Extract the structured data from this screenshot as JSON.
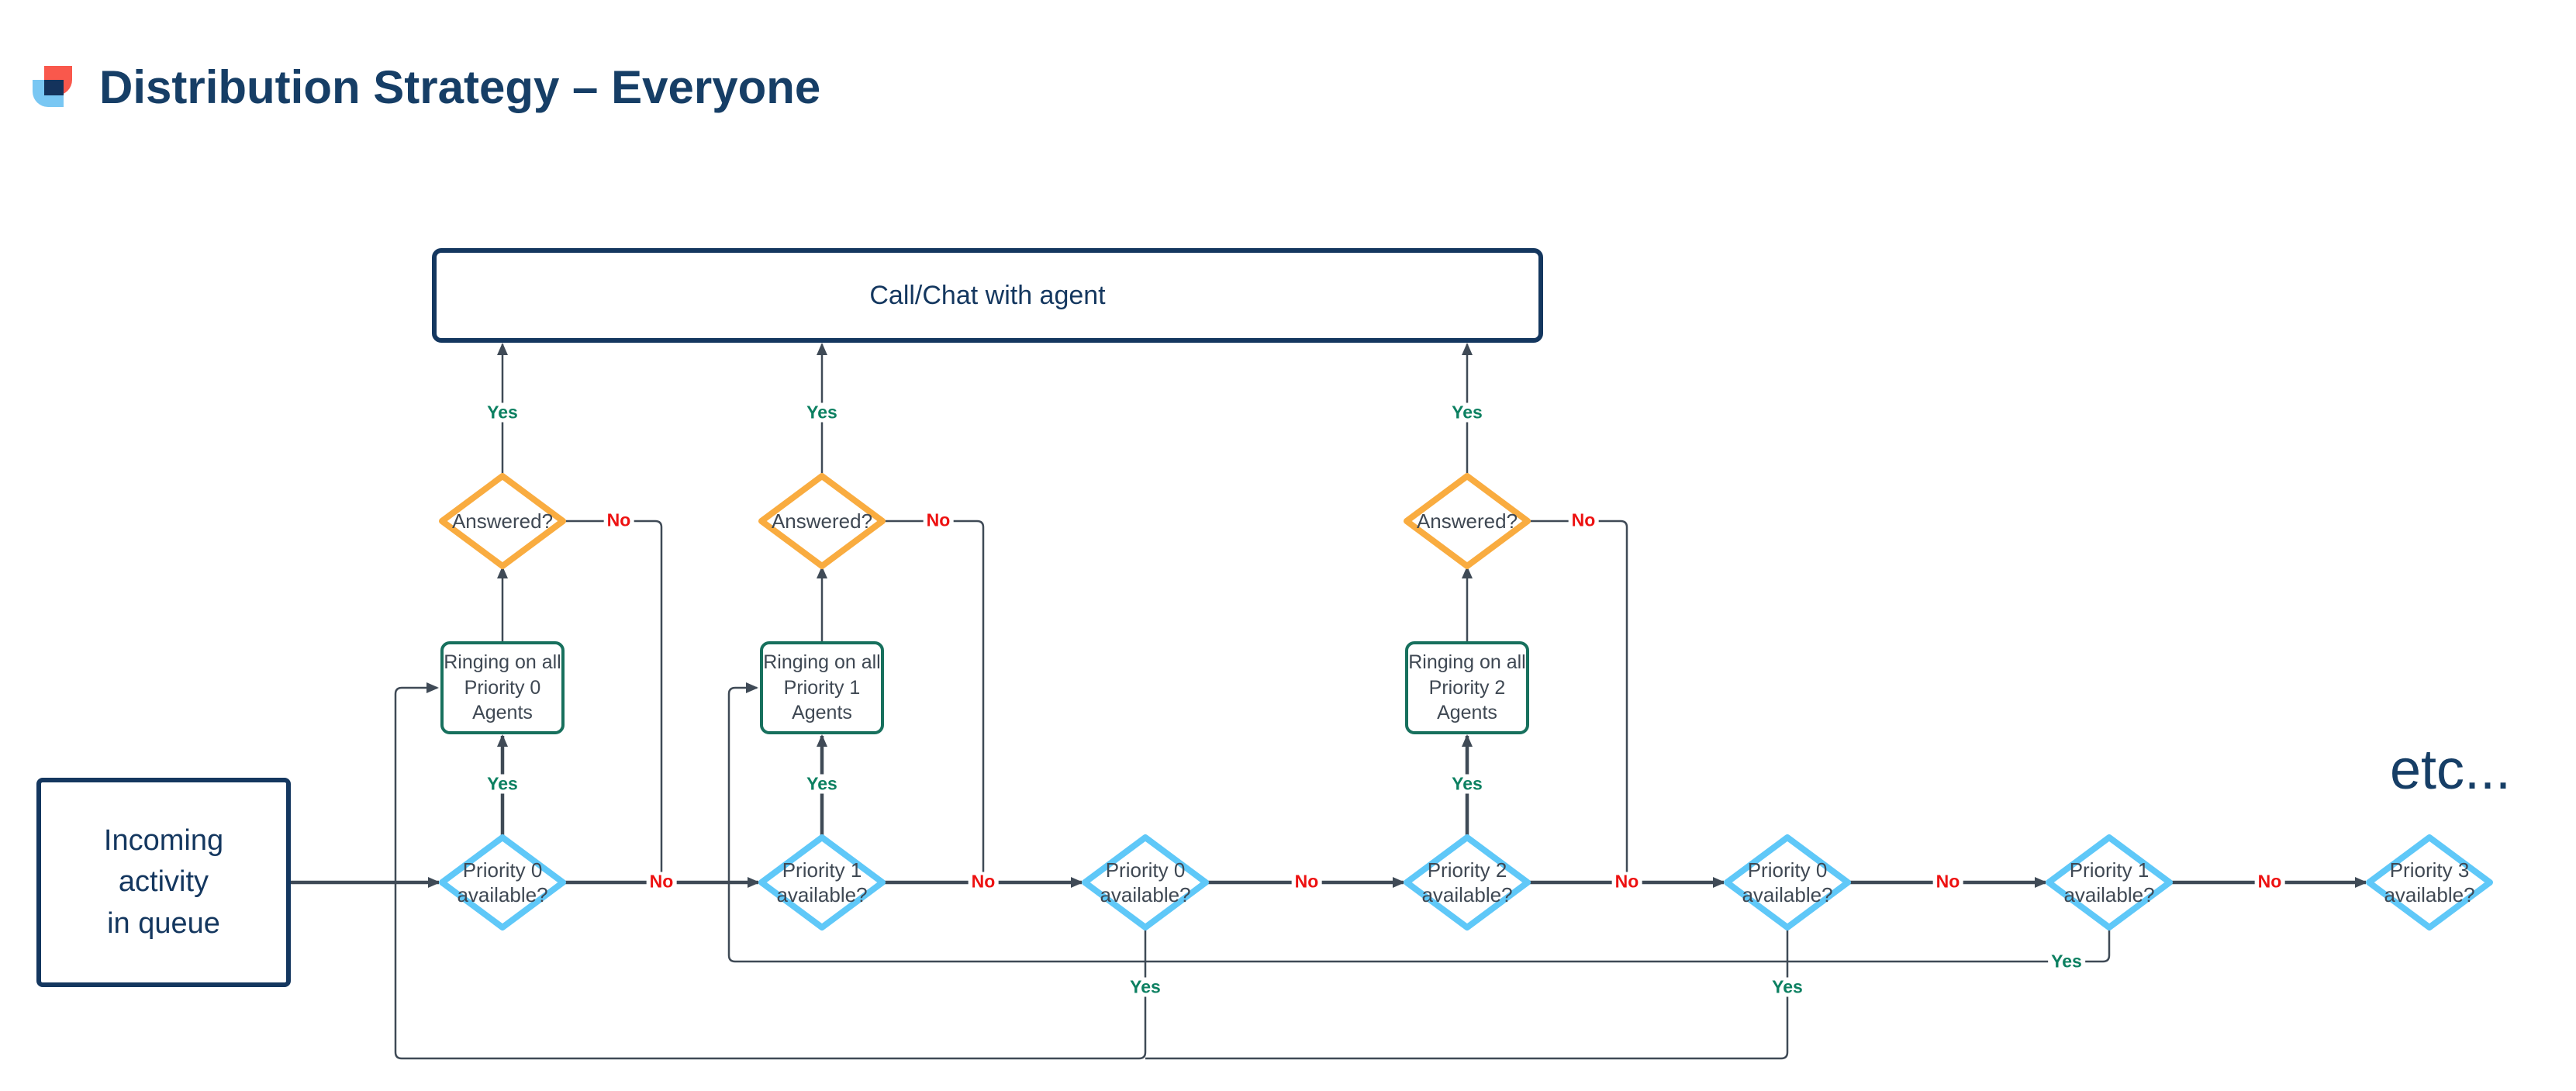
{
  "header": {
    "title": "Distribution Strategy – Everyone"
  },
  "labels": {
    "yes": "Yes",
    "no": "No"
  },
  "nodes": {
    "incoming": "Incoming\nactivity\nin queue",
    "call_chat": "Call/Chat with agent",
    "answered": "Answered?",
    "ringing_p0": "Ringing on all\nPriority 0\nAgents",
    "ringing_p1": "Ringing on all\nPriority 1\nAgents",
    "ringing_p2": "Ringing on all\nPriority 2\nAgents",
    "priority0_q": "Priority 0\navailable?",
    "priority1_q": "Priority 1\navailable?",
    "priority2_q": "Priority 2\navailable?",
    "priority3_q": "Priority 3\navailable?",
    "etc": "etc..."
  },
  "colors": {
    "title_navy": "#163E66",
    "box_navy": "#14375F",
    "decision_blue": "#5FC8F8",
    "decision_orange": "#F9AC40",
    "process_teal": "#17705D",
    "yes_green": "#0C8061",
    "no_red": "#ED1111",
    "connector_gray": "#3F4A56",
    "logo_red": "#F9584C",
    "logo_blue": "#79C7F3",
    "logo_navy": "#14335C"
  }
}
